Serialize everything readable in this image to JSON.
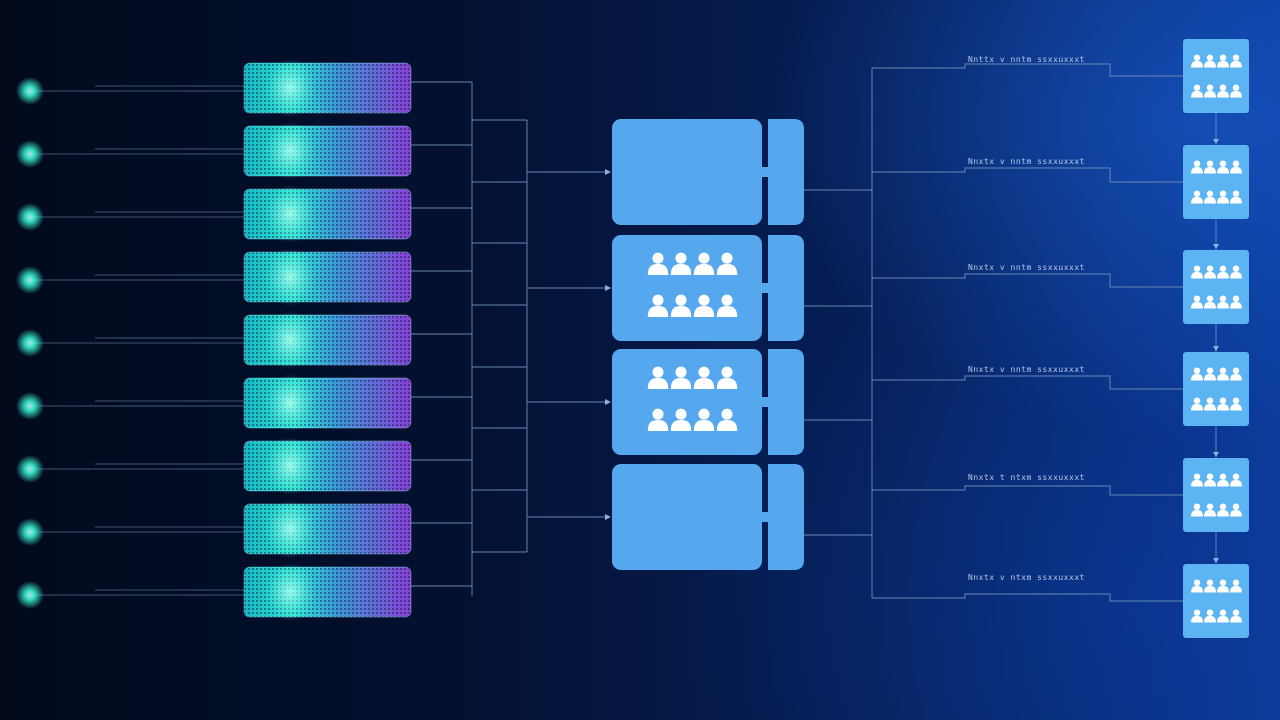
{
  "colors": {
    "background_left": "#020a1c",
    "background_right": "#0a3a9a",
    "source_glow": "#37f0d2",
    "slab_teal": "#1fd6c8",
    "slab_violet": "#8a3fd8",
    "block_blue": "#56a8ee",
    "node_blue": "#5db4f2",
    "people_icon": "#ffffff",
    "connector_line": "#6f8fb8"
  },
  "diagram": {
    "source_nodes": [
      {
        "icon": "glow-dot-icon"
      },
      {
        "icon": "glow-dot-icon"
      },
      {
        "icon": "glow-dot-icon"
      },
      {
        "icon": "glow-dot-icon"
      },
      {
        "icon": "glow-dot-icon"
      },
      {
        "icon": "glow-dot-icon"
      },
      {
        "icon": "glow-dot-icon"
      },
      {
        "icon": "glow-dot-icon"
      },
      {
        "icon": "glow-dot-icon"
      }
    ],
    "data_slabs": [
      {
        "icon": "grid-slab-icon"
      },
      {
        "icon": "grid-slab-icon"
      },
      {
        "icon": "grid-slab-icon"
      },
      {
        "icon": "grid-slab-icon"
      },
      {
        "icon": "grid-slab-icon"
      },
      {
        "icon": "grid-slab-icon"
      },
      {
        "icon": "grid-slab-icon"
      },
      {
        "icon": "grid-slab-icon"
      },
      {
        "icon": "grid-slab-icon"
      }
    ],
    "central_blocks": [
      {
        "icon": "blank-block-icon",
        "has_people": false
      },
      {
        "icon": "people-group-icon",
        "has_people": true
      },
      {
        "icon": "people-group-icon",
        "has_people": true
      },
      {
        "icon": "blank-block-icon",
        "has_people": false
      }
    ],
    "output_labels": [
      {
        "text": "Nnttx v nntm ssxxuxxxt"
      },
      {
        "text": "Nnxtx v nntm ssxxuxxxt"
      },
      {
        "text": "Nnxtx v nntm ssxxuxxxt"
      },
      {
        "text": "Nnxtx v nntm ssxxuxxxt"
      },
      {
        "text": "Nnxtx t ntxm ssxxuxxxt"
      },
      {
        "text": "Nnxtx v ntxm ssxxuxxxt"
      }
    ],
    "output_nodes": [
      {
        "icon": "people-group-icon"
      },
      {
        "icon": "people-group-icon"
      },
      {
        "icon": "people-group-icon"
      },
      {
        "icon": "people-group-icon"
      },
      {
        "icon": "people-group-icon"
      },
      {
        "icon": "people-group-icon"
      }
    ]
  }
}
